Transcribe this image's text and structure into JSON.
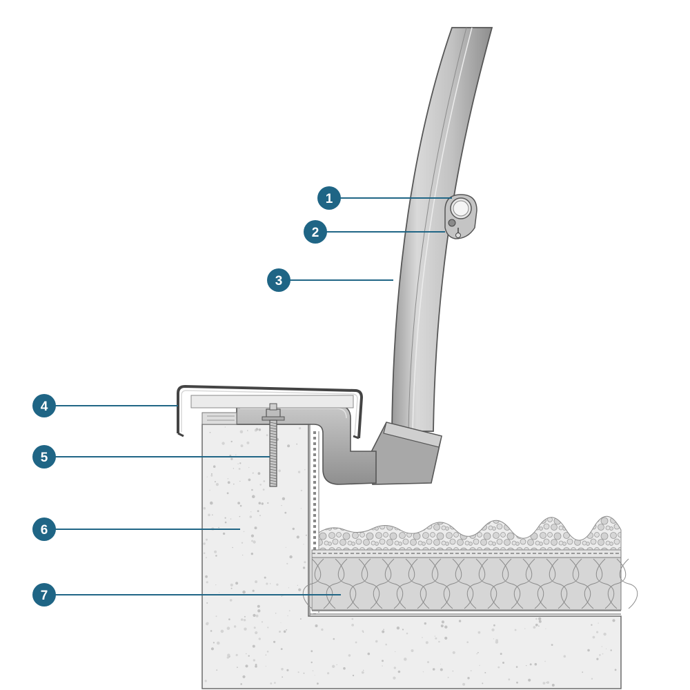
{
  "colors": {
    "callout": "#1f6585",
    "leader": "#1f6585",
    "concrete": "#eeeeee",
    "concrete_speckle": "#b5b5b5",
    "metal_light": "#d0d0d0",
    "metal_dark": "#9e9e9e",
    "outline": "#555555",
    "gravel": "#d9d9d9",
    "insulation": "#d6d6d6"
  },
  "callouts": [
    {
      "number": "1",
      "target": "rail-connector-ring"
    },
    {
      "number": "2",
      "target": "rail-connector-bolt"
    },
    {
      "number": "3",
      "target": "curved-post"
    },
    {
      "number": "4",
      "target": "coping-cover"
    },
    {
      "number": "5",
      "target": "anchor-bolt"
    },
    {
      "number": "6",
      "target": "concrete-parapet"
    },
    {
      "number": "7",
      "target": "insulation-layer"
    }
  ]
}
